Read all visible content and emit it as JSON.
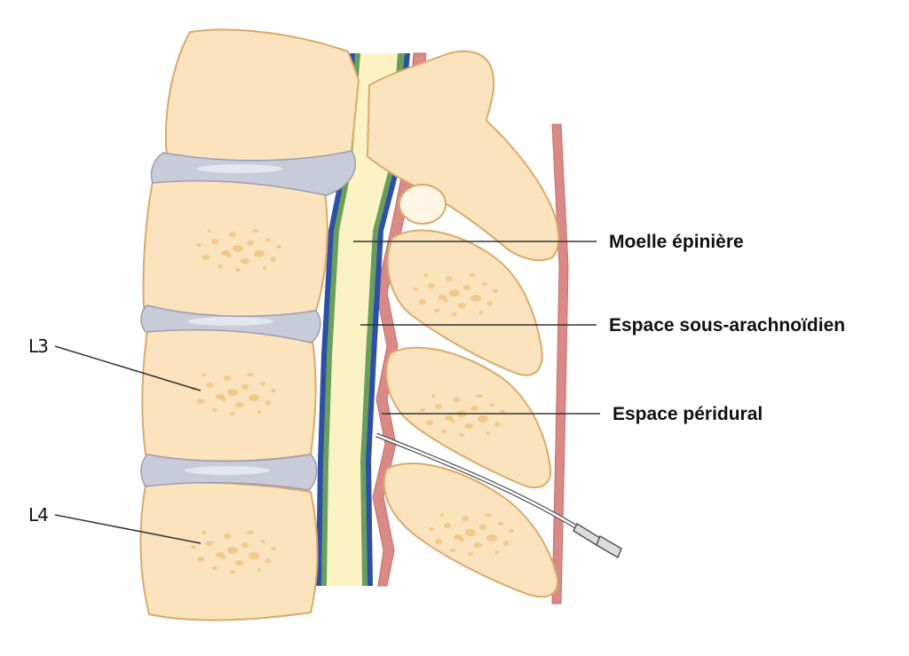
{
  "labels": {
    "moelle": "Moelle épinière",
    "sous_arachnoidien": "Espace sous-arachnoïdien",
    "peridural": "Espace péridural",
    "l3": "L3",
    "l4": "L4"
  },
  "colors": {
    "bone": "#fae3bd",
    "bone_inner": "#fdecd0",
    "bone_stroke": "#d9aa6a",
    "spot": "#f2c98a",
    "disc": "#c8ccd8",
    "disc_highlight": "#e4e6ef",
    "disc_stroke": "#9a9eb0",
    "cord": "#fbf3c4",
    "dura_blue": "#2e4fa6",
    "arachnoid_green": "#6a9e5c",
    "ligament": "#d98a86",
    "ligament_dark": "#c76f6a",
    "catheter": "#ffffff",
    "catheter_stroke": "#555555",
    "leader": "#333333"
  }
}
